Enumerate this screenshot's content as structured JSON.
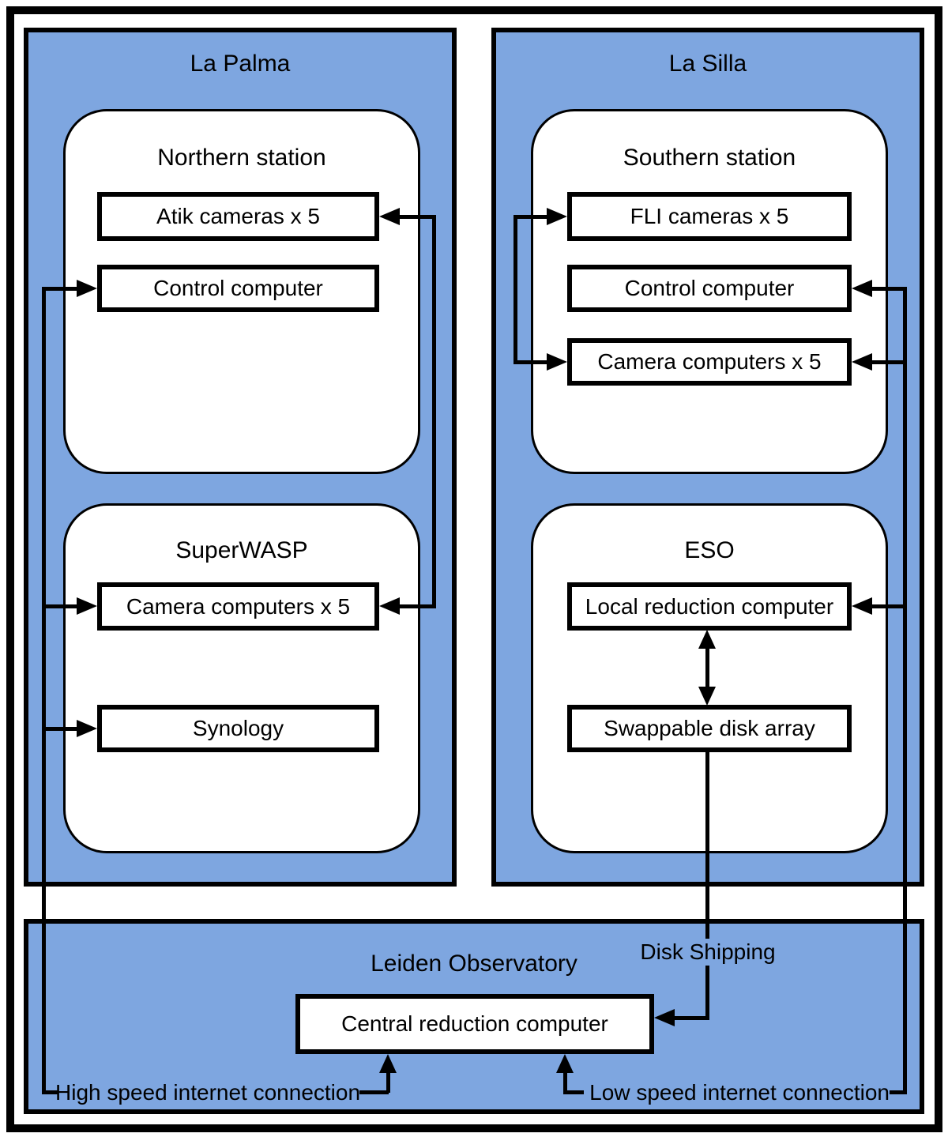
{
  "diagram": {
    "sites": {
      "la_palma": {
        "title": "La Palma"
      },
      "la_silla": {
        "title": "La Silla"
      },
      "leiden": {
        "title": "Leiden Observatory"
      }
    },
    "stations": {
      "northern": {
        "title": "Northern station"
      },
      "superwasp": {
        "title": "SuperWASP"
      },
      "southern": {
        "title": "Southern station"
      },
      "eso": {
        "title": "ESO"
      }
    },
    "nodes": {
      "atik_cameras": {
        "label": "Atik cameras x 5"
      },
      "control_computer_north": {
        "label": "Control computer"
      },
      "camera_computers_north": {
        "label": "Camera computers x 5"
      },
      "synology": {
        "label": "Synology"
      },
      "fli_cameras": {
        "label": "FLI cameras x 5"
      },
      "control_computer_south": {
        "label": "Control computer"
      },
      "camera_computers_south": {
        "label": "Camera computers x 5"
      },
      "local_reduction_computer": {
        "label": "Local reduction computer"
      },
      "swappable_disk_array": {
        "label": "Swappable disk array"
      },
      "central_reduction_computer": {
        "label": "Central reduction computer"
      }
    },
    "connection_labels": {
      "disk_shipping": "Disk Shipping",
      "high_speed": "High speed internet connection",
      "low_speed": "Low speed internet connection"
    },
    "colors": {
      "site_fill": "#7EA6E0",
      "node_fill": "#FFFFFF",
      "stroke": "#000000"
    }
  }
}
